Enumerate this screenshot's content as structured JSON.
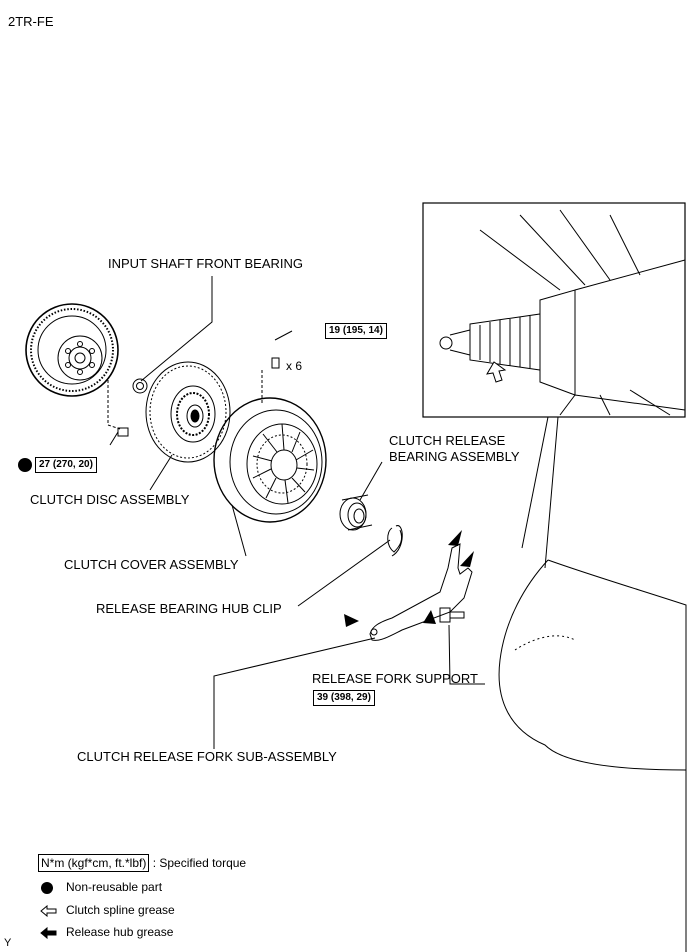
{
  "engine_code": "2TR-FE",
  "labels": {
    "input_shaft_front_bearing": "INPUT SHAFT FRONT BEARING",
    "clutch_disc_assembly": "CLUTCH DISC ASSEMBLY",
    "clutch_cover_assembly": "CLUTCH COVER ASSEMBLY",
    "clutch_release_bearing_line1": "CLUTCH RELEASE",
    "clutch_release_bearing_line2": "BEARING ASSEMBLY",
    "release_bearing_hub_clip": "RELEASE BEARING HUB CLIP",
    "release_fork_support": "RELEASE FORK SUPPORT",
    "clutch_release_fork_sub_assembly": "CLUTCH RELEASE FORK SUB-ASSEMBLY"
  },
  "torques": {
    "cover_bolts": "19 (195, 14)",
    "flywheel_bolt": "27 (270, 20)",
    "fork_support": "39 (398, 29)"
  },
  "quantity": "x 6",
  "legend": {
    "torque_box": "N*m (kgf*cm, ft.*lbf)",
    "torque_desc": ": Specified torque",
    "nonreusable": "Non-reusable part",
    "spline_grease": "Clutch spline grease",
    "hub_grease": "Release hub grease"
  },
  "corner_mark": "Y"
}
